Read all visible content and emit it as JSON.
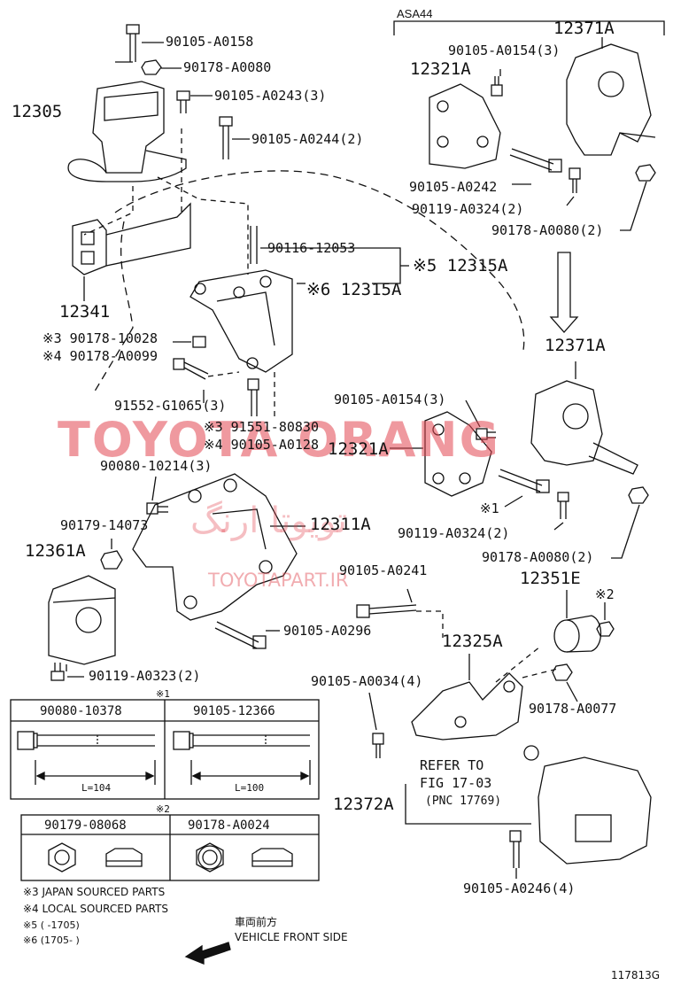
{
  "section_tag": "ASA44",
  "figure_id": "117813G",
  "watermark": {
    "line1": "TOYOTA ORANG",
    "line2": "تویوتا ارنگ",
    "line3": "TOYOTAPART.IR"
  },
  "parts": {
    "p12305": "12305",
    "p90105_A0158": "90105-A0158",
    "p90178_A0080_a": "90178-A0080",
    "p90105_A0243": "90105-A0243(3)",
    "p90105_A0244": "90105-A0244(2)",
    "p90116_12053": "90116-12053",
    "p12315A_5": "※5 12315A",
    "p12315A_6": "※6 12315A",
    "p12341": "12341",
    "p90178_10028": "※3 90178-10028",
    "p90178_A0099": "※4 90178-A0099",
    "p91552_G1065": "91552-G1065(3)",
    "p91551_80830": "※3 91551-80830",
    "p90105_A0128": "※4 90105-A0128",
    "p90080_10214": "90080-10214(3)",
    "p90179_14073": "90179-14073",
    "p12311A": "12311A",
    "p12361A": "12361A",
    "p90105_A0296": "90105-A0296",
    "p90119_A0323": "90119-A0323(2)",
    "p12371A_top": "12371A",
    "p90105_A0154_top": "90105-A0154(3)",
    "p12321A_top": "12321A",
    "p90105_A0242": "90105-A0242",
    "p90119_A0324_top": "90119-A0324(2)",
    "p90178_A0080_top": "90178-A0080(2)",
    "p12371A_mid": "12371A",
    "p90105_A0154_mid": "90105-A0154(3)",
    "p12321A_mid": "12321A",
    "p_mark1": "※1",
    "p90119_A0324_mid": "90119-A0324(2)",
    "p90178_A0080_mid": "90178-A0080(2)",
    "p90105_A0241": "90105-A0241",
    "p12351E": "12351E",
    "p_mark2": "※2",
    "p12325A": "12325A",
    "p90105_A0034": "90105-A0034(4)",
    "p90178_A0077": "90178-A0077",
    "p12372A": "12372A",
    "p90105_A0246": "90105-A0246(4)"
  },
  "refer": {
    "line1": "REFER TO",
    "line2": "FIG 17-03",
    "line3": "(PNC 17769)"
  },
  "bolt_table": {
    "mark": "※1",
    "col1": {
      "part": "90080-10378",
      "length": "L=104"
    },
    "col2": {
      "part": "90105-12366",
      "length": "L=100"
    }
  },
  "nut_table": {
    "mark": "※2",
    "col1": {
      "part": "90179-08068"
    },
    "col2": {
      "part": "90178-A0024"
    }
  },
  "notes": {
    "n3": "※3 JAPAN SOURCED PARTS",
    "n4": "※4 LOCAL SOURCED PARTS",
    "n5": "※5 (      -1705)",
    "n6": "※6 (1705-      )"
  },
  "vehicle_front": {
    "jp": "車両前方",
    "en": "VEHICLE FRONT SIDE"
  }
}
